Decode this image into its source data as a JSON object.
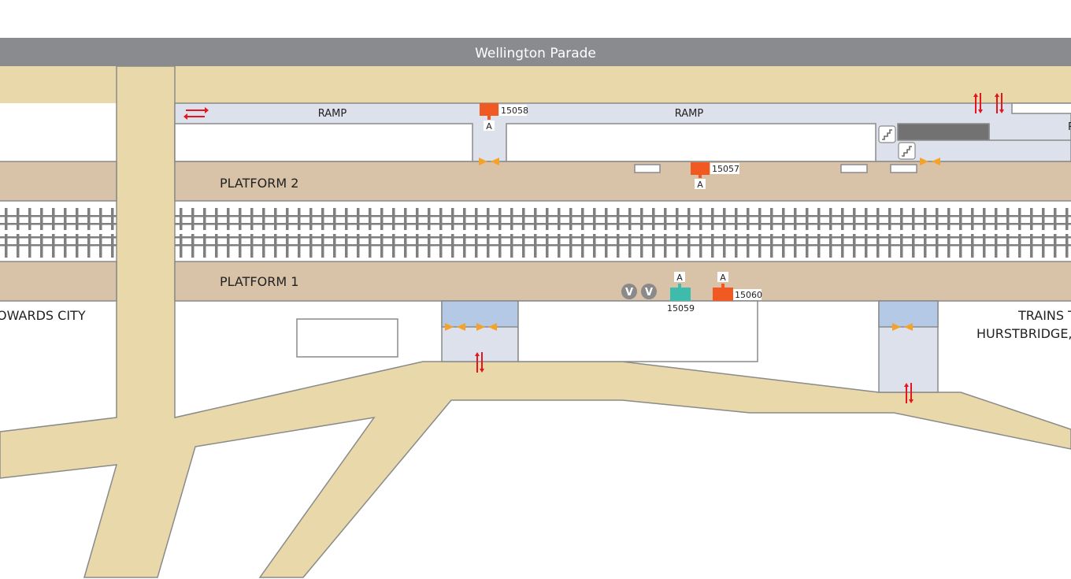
{
  "header": {
    "street_name": "Wellington Parade"
  },
  "labels": {
    "ramp_left": "RAMP",
    "ramp_mid": "RAMP",
    "ramp_right_partial": "R",
    "platform_2": "PLATFORM 2",
    "platform_1": "PLATFORM 1",
    "towards_city": "OWARDS CITY",
    "trains_to_line1": "TRAINS T",
    "trains_to_line2": "HURSTBRIDGE,"
  },
  "stops": [
    {
      "id": "15058",
      "tag": "A",
      "color": "#f05a22"
    },
    {
      "id": "15057",
      "tag": "A",
      "color": "#f05a22"
    },
    {
      "id": "15059",
      "tag": "A",
      "color": "#3dbcae"
    },
    {
      "id": "15060",
      "tag": "A",
      "color": "#f05a22"
    }
  ],
  "vline_badges": [
    "V",
    "V"
  ],
  "icons": [
    "two-way-arrow-icon",
    "lift-arrows-icon",
    "stairs-icon",
    "gate-arrows-icon"
  ],
  "colors": {
    "street_bar": "#898b8e",
    "path": "#e8d8aa",
    "platform": "#d8c2a8",
    "ramp": "#dde1ec",
    "stair_top": "#b3c9e6",
    "arrow_red": "#e8141b",
    "gate_orange": "#f5a22a"
  }
}
